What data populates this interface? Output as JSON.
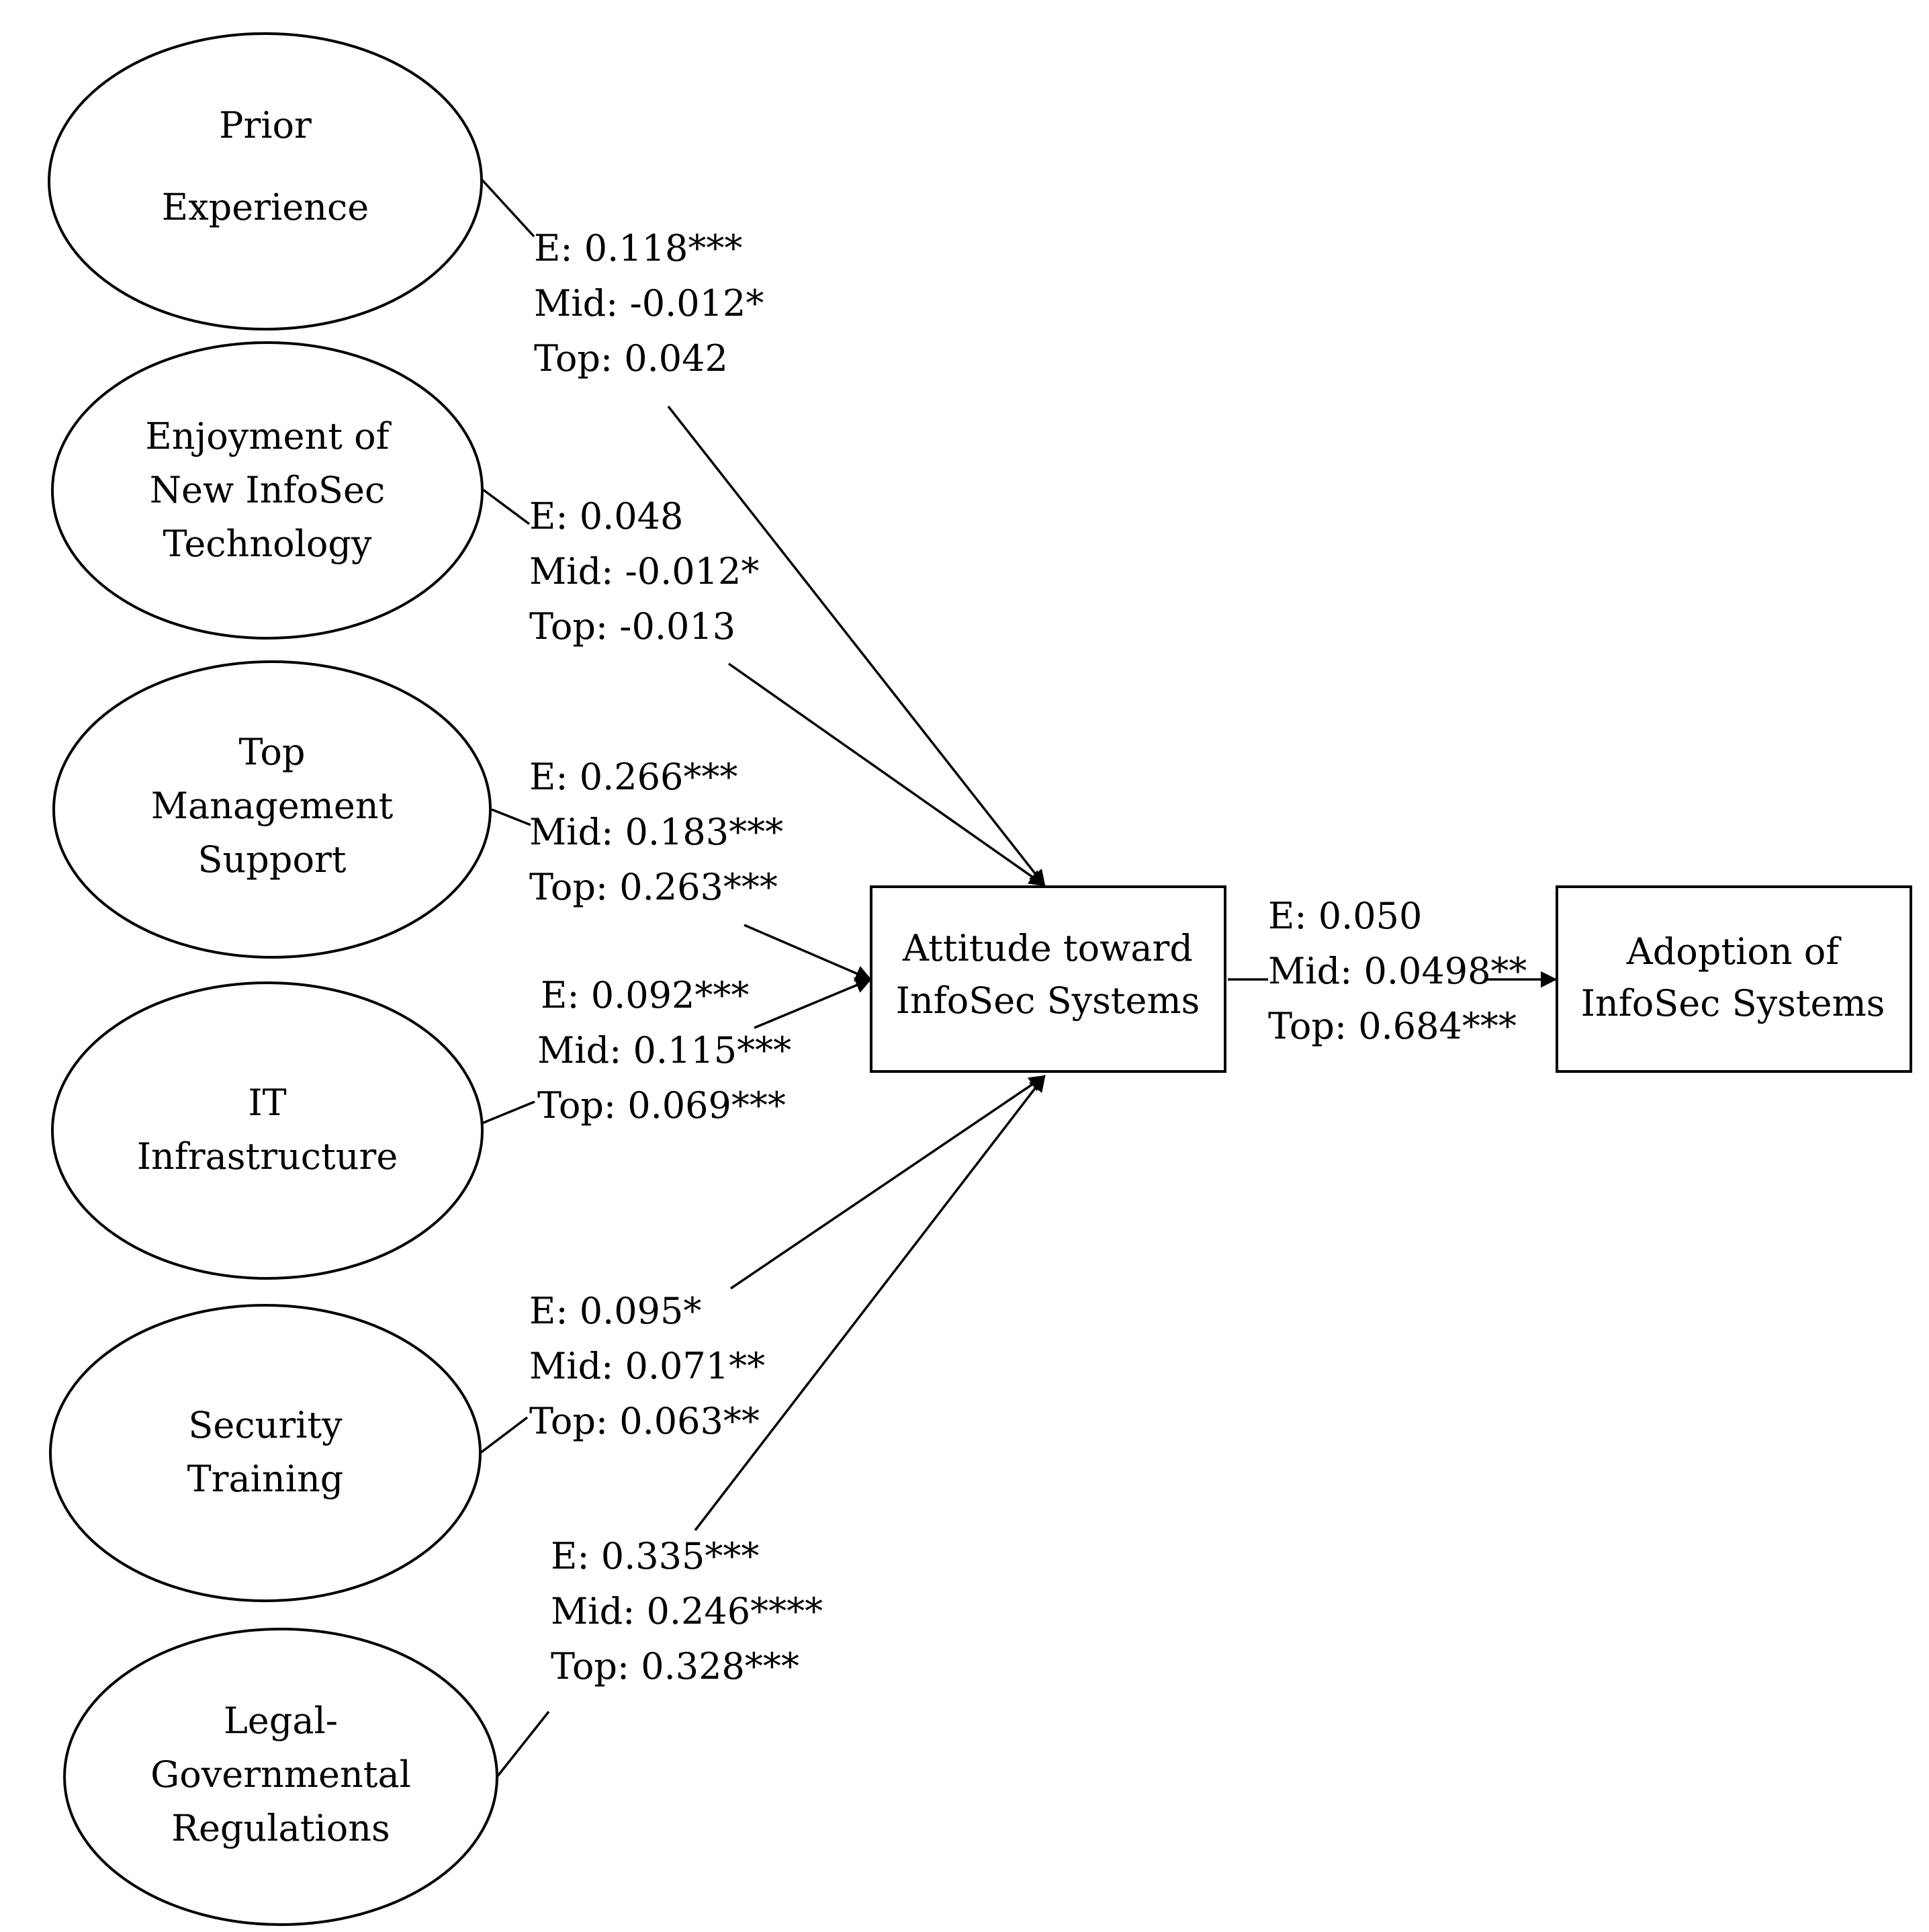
{
  "constructs": {
    "prior_experience": [
      "Prior",
      "Experience"
    ],
    "enjoyment": [
      "Enjoyment of",
      "New InfoSec",
      "Technology"
    ],
    "top_management_support": [
      "Top",
      "Management",
      "Support"
    ],
    "it_infrastructure": [
      "IT",
      "Infrastructure"
    ],
    "security_training": [
      "Security",
      "Training"
    ],
    "legal_governmental": [
      "Legal-",
      "Governmental",
      "Regulations"
    ],
    "attitude": [
      "Attitude toward",
      "InfoSec Systems"
    ],
    "adoption": [
      "Adoption of",
      "InfoSec Systems"
    ]
  },
  "paths": {
    "prior_experience": [
      "E: 0.118***",
      "Mid: -0.012*",
      "Top: 0.042"
    ],
    "enjoyment": [
      "E: 0.048",
      "Mid: -0.012*",
      "Top: -0.013"
    ],
    "top_management_support": [
      "E: 0.266***",
      "Mid: 0.183***",
      "Top: 0.263***"
    ],
    "it_infrastructure": [
      "E: 0.092***",
      "Mid: 0.115***",
      "Top: 0.069***"
    ],
    "security_training": [
      "E: 0.095*",
      "Mid: 0.071**",
      "Top: 0.063**"
    ],
    "legal_governmental": [
      "E: 0.335***",
      "Mid: 0.246****",
      "Top: 0.328***"
    ],
    "attitude_to_adoption": [
      "E: 0.050",
      "Mid: 0.0498**",
      "Top: 0.684***"
    ]
  }
}
